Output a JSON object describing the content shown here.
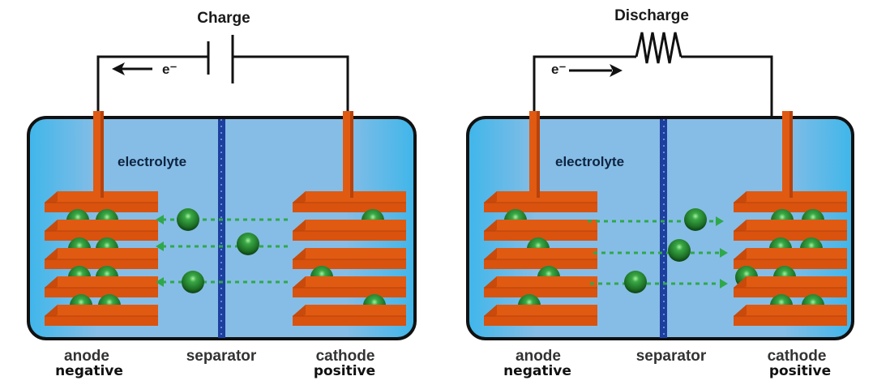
{
  "colors": {
    "electrolyte_edge": "#3fb6ea",
    "electrolyte_mid": "#86bde6",
    "separator": "#1d3f9e",
    "plate_top": "#e05a12",
    "plate_side": "#c94a0a",
    "ion": "#1f7a2a",
    "ion_highlight": "#8fe08f",
    "arrow_dash": "#2fa84a",
    "wire": "#111111"
  },
  "panels": [
    {
      "id": "charge",
      "title": "Charge",
      "circuit_element": "battery",
      "electron_label": "e⁻",
      "electron_direction": "left",
      "electrolyte_label": "electrolyte",
      "ion_direction": "left",
      "labels": {
        "anode": "anode",
        "anode_polarity": "negative",
        "separator": "separator",
        "cathode": "cathode",
        "cathode_polarity": "positive"
      },
      "anode_ions_per_gap": [
        2,
        2,
        2,
        2
      ],
      "cathode_ions_per_gap": [
        1,
        0,
        1,
        1
      ],
      "migrating_ions": 3
    },
    {
      "id": "discharge",
      "title": "Discharge",
      "circuit_element": "resistor",
      "electron_label": "e⁻",
      "electron_direction": "right",
      "electrolyte_label": "electrolyte",
      "ion_direction": "right",
      "labels": {
        "anode": "anode",
        "anode_polarity": "negative",
        "separator": "separator",
        "cathode": "cathode",
        "cathode_polarity": "positive"
      },
      "anode_ions_per_gap": [
        1,
        1,
        1,
        1
      ],
      "cathode_ions_per_gap": [
        2,
        2,
        2,
        2
      ],
      "migrating_ions": 3
    }
  ]
}
